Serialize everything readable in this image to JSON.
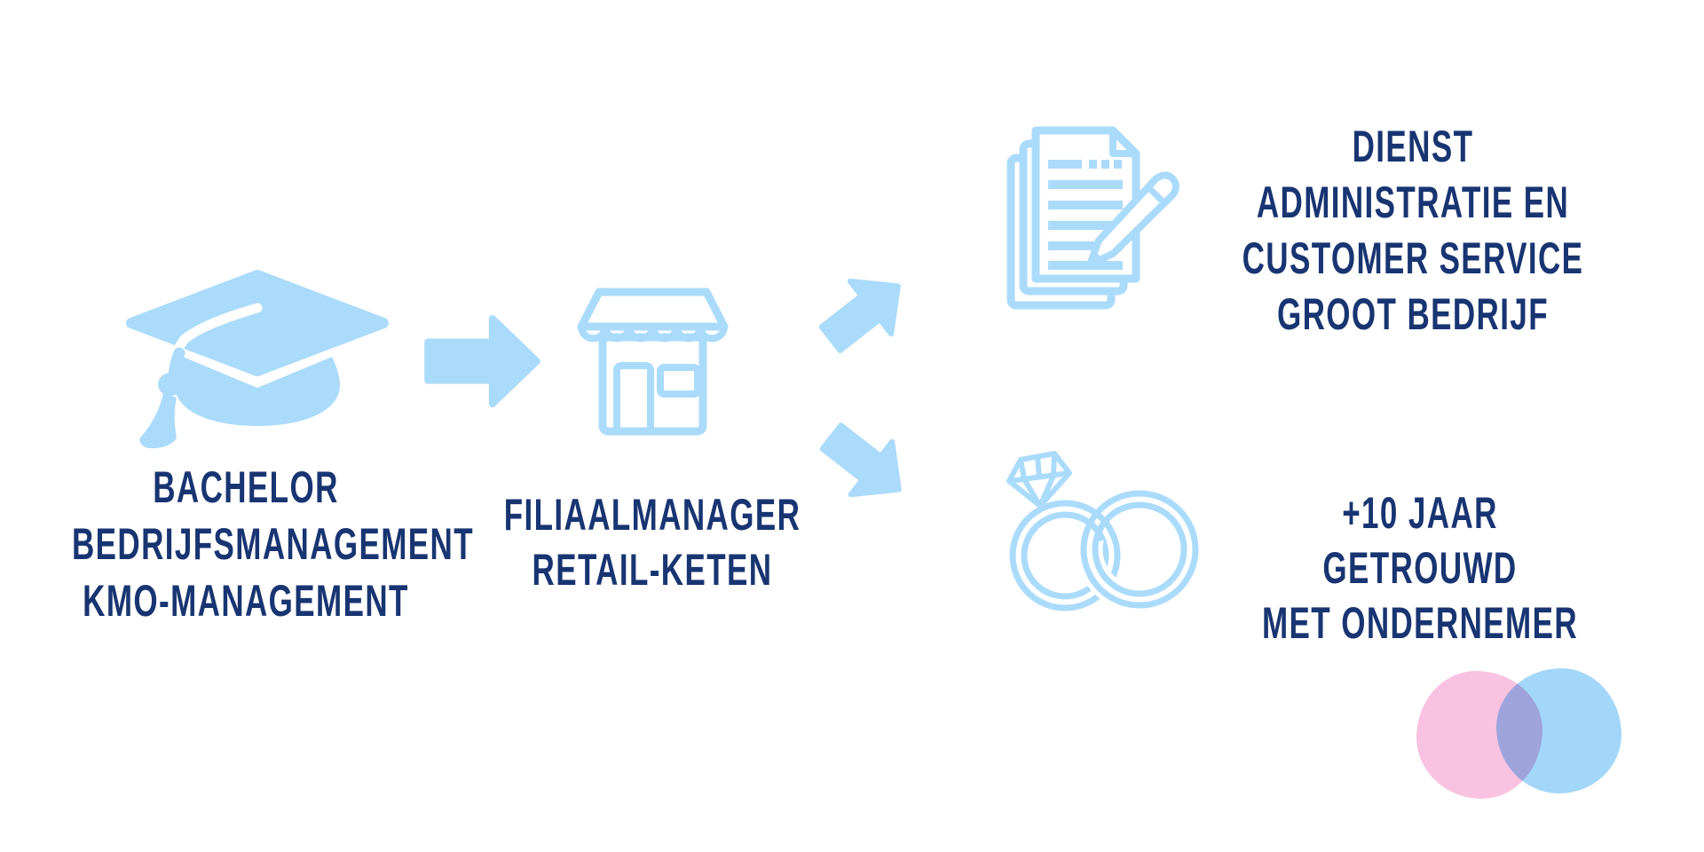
{
  "palette": {
    "background": "#FFFFFF",
    "icon_blue": "#ABDBFB",
    "text_navy": "#183572",
    "logo_pink": "#F8C2E0",
    "logo_blue": "#A3D7FA"
  },
  "icons": [
    "graduation-cap-icon",
    "right-arrow-icon",
    "storefront-icon",
    "up-right-arrow-icon",
    "down-right-arrow-icon",
    "documents-pencil-icon",
    "wedding-rings-icon",
    "logo-overlapping-circles"
  ],
  "flow": {
    "education": {
      "icon": "graduation-cap-icon",
      "lines": [
        "BACHELOR",
        "BEDRIJFSMANAGEMENT",
        "KMO-MANAGEMENT"
      ]
    },
    "role": {
      "icon": "storefront-icon",
      "lines": [
        "FILIAALMANAGER",
        "RETAIL-KETEN"
      ]
    },
    "branch_top": {
      "icon": "documents-pencil-icon",
      "lines": [
        "DIENST ADMINISTRATIE EN",
        "CUSTOMER SERVICE",
        "GROOT BEDRIJF"
      ]
    },
    "branch_bottom": {
      "icon": "wedding-rings-icon",
      "lines": [
        "+10 JAAR GETROUWD",
        "MET ONDERNEMER"
      ]
    }
  }
}
